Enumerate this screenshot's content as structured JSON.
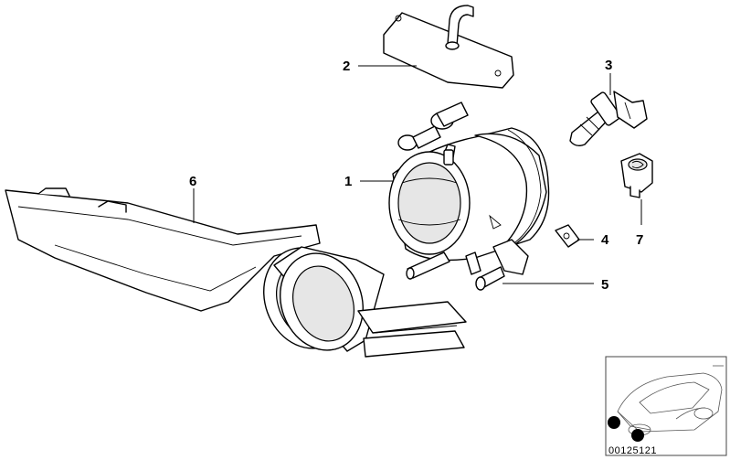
{
  "callouts": [
    {
      "id": "1",
      "label": "1"
    },
    {
      "id": "2",
      "label": "2"
    },
    {
      "id": "3",
      "label": "3"
    },
    {
      "id": "4",
      "label": "4"
    },
    {
      "id": "5",
      "label": "5"
    },
    {
      "id": "6",
      "label": "6"
    },
    {
      "id": "7",
      "label": "7"
    }
  ],
  "inset": {
    "reference_number": "00125121"
  }
}
